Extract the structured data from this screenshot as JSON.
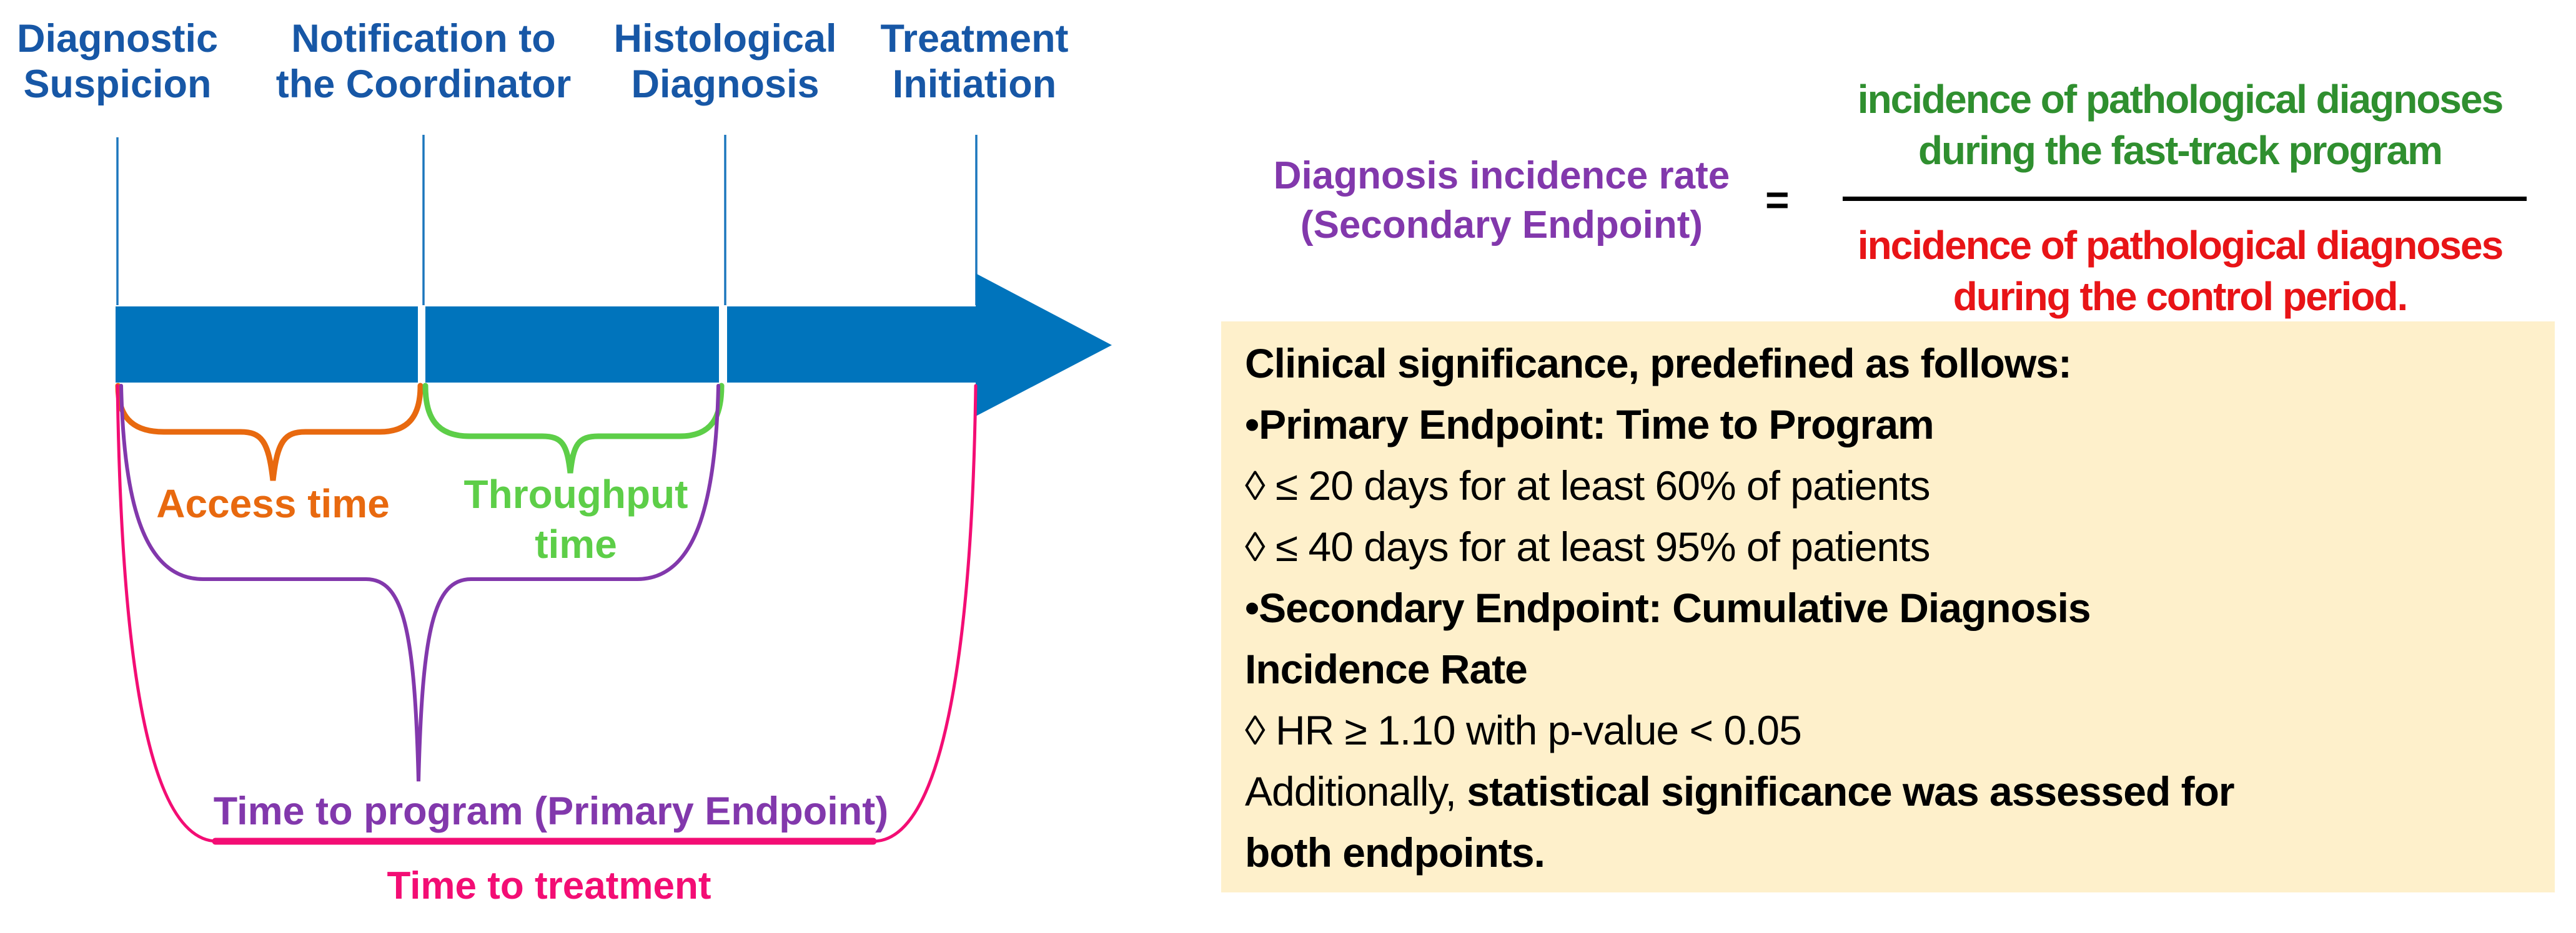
{
  "figure": {
    "milestones": [
      {
        "label": "Diagnostic\nSuspicion"
      },
      {
        "label": "Notification to\nthe Coordinator"
      },
      {
        "label": "Histological\nDiagnosis"
      },
      {
        "label": "Treatment\nInitiation"
      }
    ],
    "intervals": [
      {
        "id": "access",
        "label": "Access time",
        "color": "#E8690F"
      },
      {
        "id": "throughput",
        "label": "Throughput\ntime",
        "color": "#5DCE48"
      },
      {
        "id": "program",
        "label": "Time to program (Primary Endpoint)",
        "color": "#8238AC"
      },
      {
        "id": "treatment",
        "label": "Time to treatment",
        "color": "#F30D74"
      }
    ]
  },
  "formula": {
    "lhs": "Diagnosis incidence rate\n(Secondary Endpoint)",
    "equals": "=",
    "numerator": "incidence of pathological diagnoses\nduring the fast-track program",
    "denominator": "incidence of pathological diagnoses\nduring the control period."
  },
  "significance_box": {
    "lines": [
      {
        "normal": "",
        "bold": "Clinical significance, predefined as follows:"
      },
      {
        "normal": "",
        "bold": "•Primary Endpoint: Time to Program"
      },
      {
        "normal": "◊ ≤ 20 days for at least 60% of patients",
        "bold": ""
      },
      {
        "normal": "◊ ≤ 40 days for at least 95% of patients",
        "bold": ""
      },
      {
        "normal": "",
        "bold": "•Secondary Endpoint: Cumulative Diagnosis"
      },
      {
        "normal": "",
        "bold": "Incidence Rate"
      },
      {
        "normal": "◊ HR ≥ 1.10 with p-value < 0.05",
        "bold": ""
      },
      {
        "normal": "Additionally, ",
        "bold": "statistical significance was assessed for"
      },
      {
        "normal": "",
        "bold": "both endpoints."
      }
    ]
  },
  "colors": {
    "timeline_arrow": "#0074BC",
    "milestone_tick": "#1C77BD",
    "milestone_label": "#1757A6",
    "access_orange": "#E8690F",
    "throughput_green": "#5DCE48",
    "program_purple": "#8238AC",
    "treatment_pink": "#F30D74",
    "numerator_green": "#2F8F2F",
    "denominator_red": "#E81417",
    "box_background": "#FEF0CB",
    "fraction_line": "#000000"
  }
}
